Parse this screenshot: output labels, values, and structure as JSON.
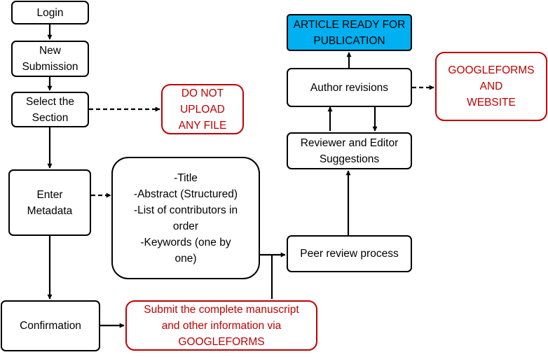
{
  "nodes": {
    "login": "Login",
    "new_submission": "New\nSubmission",
    "select_section": "Select the\nSection",
    "do_not_upload": "DO NOT\nUPLOAD\nANY FILE",
    "enter_metadata": "Enter\nMetadata",
    "metadata_fields": "-Title\n-Abstract (Structured)\n-List of contributors in\norder\n-Keywords (one by\none)",
    "confirmation": "Confirmation",
    "submit_googleforms": "Submit the complete manuscript\nand other information via\nGOOGLEFORMS",
    "peer_review": "Peer review process",
    "reviewer_editor": "Reviewer and Editor\nSuggestions",
    "author_revisions": "Author revisions",
    "googleforms_website": "GOOGLEFORMS\nAND\nWEBSITE",
    "article_ready": "ARTICLE READY FOR\nPUBLICATION"
  },
  "colors": {
    "accent_red": "#c00000",
    "highlight_blue": "#00b0f0",
    "line": "#000000"
  }
}
